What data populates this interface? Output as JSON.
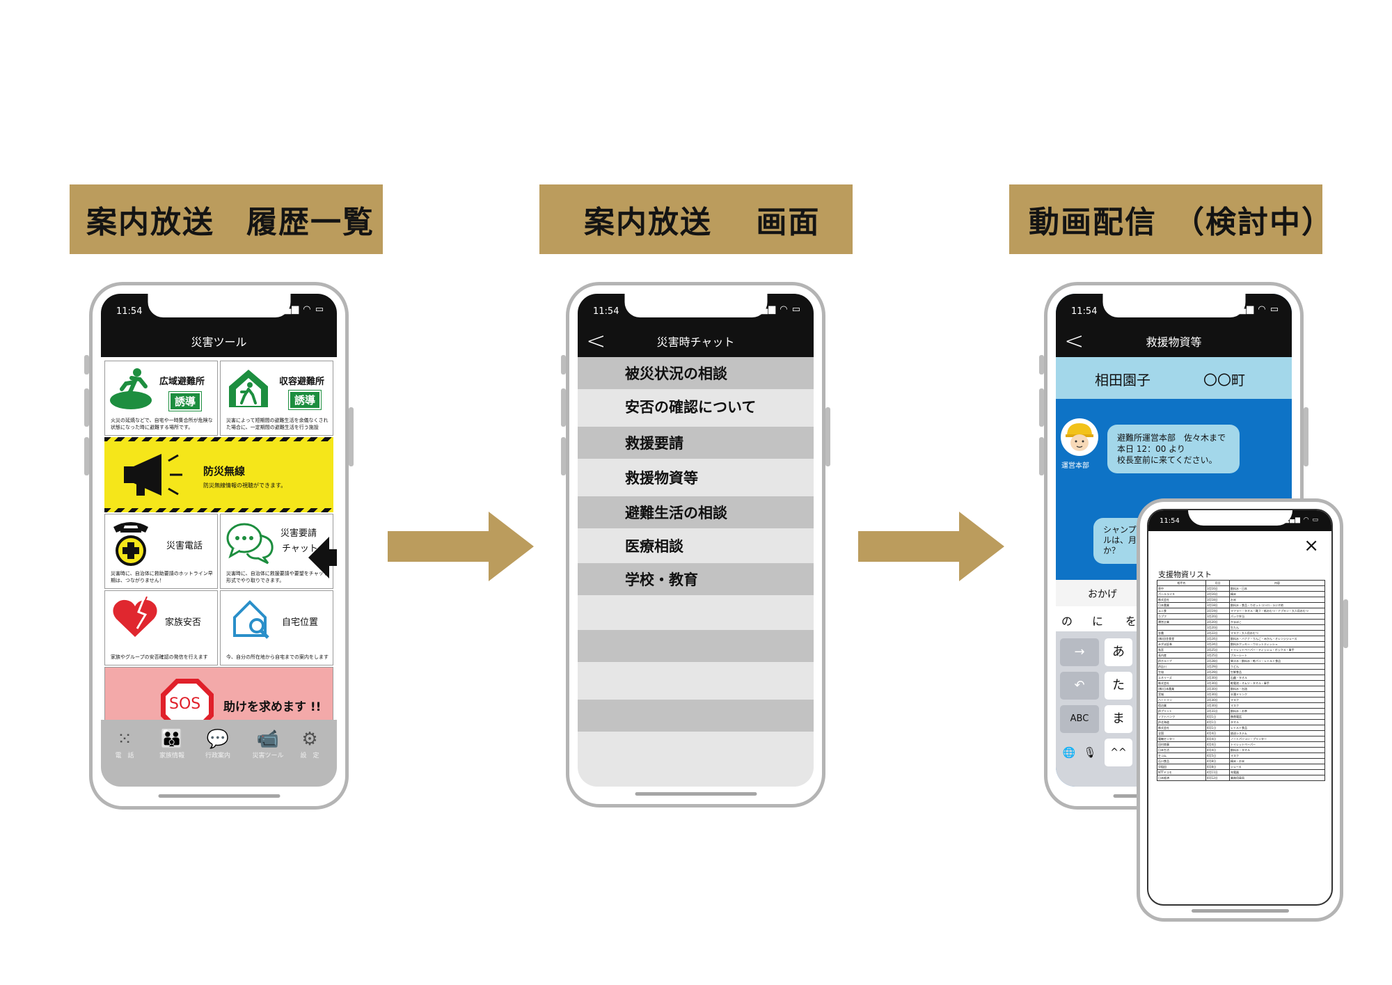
{
  "banners": {
    "history": "案内放送　履歴一覧",
    "screen": "案内放送　 画面",
    "video": "動画配信　（検討中）"
  },
  "phone1": {
    "time": "11:54",
    "title": "災害ツール",
    "tiles": {
      "wide_evac": {
        "label": "広域避難所",
        "badge": "誘導",
        "desc": "火災の延焼などで、自宅や一時集合所が危険な状態になった時に避難する場所です。"
      },
      "shelter": {
        "label": "収容避難所",
        "badge": "誘導",
        "desc": "災害によって短期間の避難生活を余儀なくされた場合に、一定期間の避難生活を行う施設"
      },
      "radio": {
        "label": "防災無線",
        "desc": "防災無線情報の視聴ができます。"
      },
      "phone": {
        "label": "災害電話",
        "desc": "災害時に、自治体に救助要請のホットライン早期は、つながりません！"
      },
      "chat": {
        "label": "災害要請",
        "label2": "チャット",
        "desc": "災害時に、自治体に救援要請や要望をチャット形式でやり取りできます。"
      },
      "family": {
        "label": "家族安否",
        "desc": "家族やグループの安否確認の発信を行えます"
      },
      "home": {
        "label": "自宅位置",
        "desc": "今、自分の所在地から自宅までの案内をします"
      },
      "sos": {
        "sign": "SOS",
        "label": "助けを求めます !!"
      }
    },
    "tabs": [
      {
        "label": "電　話"
      },
      {
        "label": "家族情報"
      },
      {
        "label": "行政案内"
      },
      {
        "label": "災害ツール"
      },
      {
        "label": "設　定"
      }
    ]
  },
  "phone2": {
    "time": "11:54",
    "title": "災害時チャット",
    "back": "<",
    "items": [
      {
        "label": "被災状況の相談"
      },
      {
        "label": "安否の確認について"
      },
      {
        "label": "救援要請"
      },
      {
        "label": "救援物資等"
      },
      {
        "label": "避難生活の相談"
      },
      {
        "label": "医療相談"
      },
      {
        "label": "学校・教育"
      }
    ]
  },
  "phone3": {
    "time": "11:54",
    "title": "救援物資等",
    "back": "<",
    "header_name": "相田園子",
    "header_town": "〇〇町",
    "sender_label": "運営本部",
    "message1": "避難所運営本部　佐々木まで\n本日 12：00 より\n校長室前に来てください。",
    "message2_partial": "シャンプ\nルは、月\nか？",
    "input_partial": "おかげ",
    "candidates": [
      "の",
      "に",
      "を"
    ],
    "keys": {
      "abc": "ABC",
      "a": "あ",
      "ta": "た",
      "ma": "ま",
      "emoji": "^^"
    }
  },
  "phone4": {
    "time": "11:54",
    "close": "×",
    "doc_title": "支援物資リスト",
    "table_header": [
      "相手先",
      "月日",
      "内容"
    ],
    "table_rows": [
      [
        "恵中",
        "3月16日",
        "飲料水・日本"
      ],
      [
        "パールライス",
        "3月16日",
        "精米"
      ],
      [
        "株式会社",
        "3月18日",
        "お米"
      ],
      [
        "日本農業",
        "3月18日",
        "飲料水・食品・カセットコンロ・ラジオ他"
      ],
      [
        "ユニ食",
        "3月19日",
        "マフラー・タオル・靴下・紙おむつ・ナプキン・大人用おむつ"
      ],
      [
        "カプフ",
        "3月20日",
        "パック弁当"
      ],
      [
        "運営企業",
        "3月20日",
        "かまぼこ"
      ],
      [
        "",
        "3月20日",
        "生たん"
      ],
      [
        "金農",
        "3月22日",
        "マスク・大人用おむつ"
      ],
      [
        "(株)田舎食堂",
        "3月24日",
        "飲料水・バナナ・りんご・みかん・オレンジジュース"
      ],
      [
        "みずほ証券",
        "3月24日",
        "飲料水クッキー・ウエットティッシュ"
      ],
      [
        "長宮",
        "3月25日",
        "トイレットペーパー・ティッシュ・ボックス・軍手"
      ],
      [
        "長内産",
        "3月25日",
        "ブルーシート"
      ],
      [
        "JAグループ",
        "3月28日",
        "果汁水・飲料水・乾パン・レトルト食品"
      ],
      [
        "JA吉川",
        "3月29日",
        "うどん"
      ],
      [
        "生協",
        "3月29日",
        "生鮮食品"
      ],
      [
        "エネリーズ",
        "3月30日",
        "石鹸・タオル"
      ],
      [
        "株式会社",
        "3月30日",
        "乾電池・オムツ・タオル・軍手"
      ],
      [
        "(株)日本農業",
        "3月30日",
        "飲料水・缶詰"
      ],
      [
        "宮城",
        "3月30日",
        "半濡ドリンク"
      ],
      [
        "ハートイン",
        "3月30日",
        "マスク"
      ],
      [
        "宿泊業",
        "3月30日",
        "マスク"
      ],
      [
        "JAプリント",
        "3月31日",
        "飲料水・お茶"
      ],
      [
        "ソフトバンク",
        "4月1日",
        "携帯電話"
      ],
      [
        "JA北海道",
        "4月1日",
        "タオル"
      ],
      [
        "株式会社",
        "4月1日",
        "レトルト食品"
      ],
      [
        "全国",
        "4月4日",
        "放送システム"
      ],
      [
        "電機センター",
        "4月4日",
        "ノートパソコン・プリンター"
      ],
      [
        "田村商事",
        "4月4日",
        "トイレットペーパー"
      ],
      [
        "日本生活",
        "4月4日",
        "飲料水・タオル"
      ],
      [
        "セコム",
        "4月5日",
        "マスク"
      ],
      [
        "石川食品",
        "4月8日",
        "精米・お米"
      ],
      [
        "早稲田",
        "4月8日",
        "ジュース"
      ],
      [
        "NTTドコモ",
        "4月11日",
        "充電器"
      ],
      [
        "日本経済",
        "4月12日",
        "業務用車両"
      ]
    ]
  }
}
